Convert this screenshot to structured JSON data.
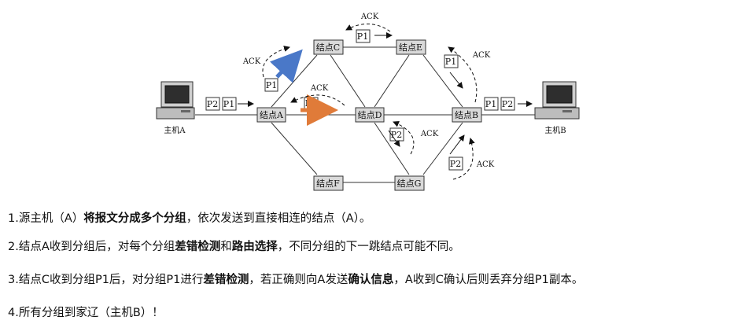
{
  "nodes": {
    "A": "结点A",
    "B": "结点B",
    "C": "结点C",
    "D": "结点D",
    "E": "结点E",
    "F": "结点F",
    "G": "结点G"
  },
  "hosts": {
    "left": "主机A",
    "right": "主机B"
  },
  "packets": {
    "p1": "P1",
    "p2": "P2"
  },
  "ack": "ACK",
  "colors": {
    "blue_arrow": "#4a78c8",
    "orange_arrow": "#e07b39",
    "node_fill": "#d9d9d9"
  },
  "steps": [
    {
      "parts": [
        {
          "text": "1.源主机（A）",
          "bold": false
        },
        {
          "text": "将报文分成多个分组",
          "bold": true
        },
        {
          "text": "，依次发送到直接相连的结点（A）。",
          "bold": false
        }
      ]
    },
    {
      "parts": [
        {
          "text": "2.结点A收到分组后，对每个分组",
          "bold": false
        },
        {
          "text": "差错检测",
          "bold": true
        },
        {
          "text": "和",
          "bold": false
        },
        {
          "text": "路由选择",
          "bold": true
        },
        {
          "text": "，不同分组的下一跳结点可能不同。",
          "bold": false
        }
      ]
    },
    {
      "parts": [
        {
          "text": "3.结点C收到分组P1后，对分组P1进行",
          "bold": false
        },
        {
          "text": "差错检测",
          "bold": true
        },
        {
          "text": "，若正确则向A发送",
          "bold": false
        },
        {
          "text": "确认信息",
          "bold": true
        },
        {
          "text": "，A收到C确认后则丢弃分组P1副本。",
          "bold": false
        }
      ]
    },
    {
      "parts": [
        {
          "text": "4.所有分组到家辽（主机B）！",
          "bold": false
        }
      ]
    }
  ]
}
